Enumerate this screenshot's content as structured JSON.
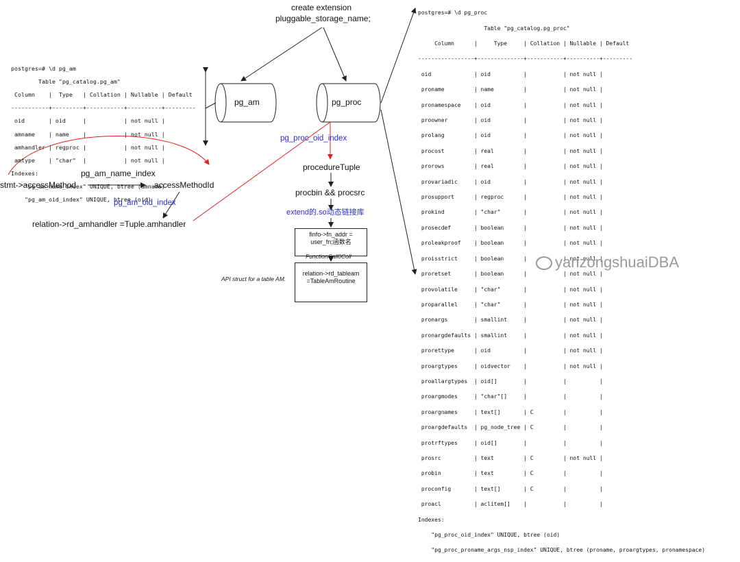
{
  "pg_am_table": {
    "prompt": "postgres=# \\d pg_am",
    "title": "        Table \"pg_catalog.pg_am\"",
    "header": " Column    |  Type   | Collation | Nullable | Default",
    "divider": "-----------+---------+-----------+----------+---------",
    "rows": [
      " oid       | oid     |           | not null |",
      " amname    | name    |           | not null |",
      " amhandler | regproc |           | not null |",
      " amtype    | \"char\"  |           | not null |"
    ],
    "indexes_label": "Indexes:",
    "indexes": [
      "    \"pg_am_name_index\" UNIQUE, btree (amname)",
      "    \"pg_am_oid_index\" UNIQUE, btree (oid)"
    ]
  },
  "pg_proc_table": {
    "prompt": "postgres=# \\d pg_proc",
    "title": "                    Table \"pg_catalog.pg_proc\"",
    "header": "     Column      |     Type     | Collation | Nullable | Default",
    "divider": "-----------------+--------------+-----------+----------+---------",
    "rows": [
      " oid             | oid          |           | not null |",
      " proname         | name         |           | not null |",
      " pronamespace    | oid          |           | not null |",
      " proowner        | oid          |           | not null |",
      " prolang         | oid          |           | not null |",
      " procost         | real         |           | not null |",
      " prorows         | real         |           | not null |",
      " provariadic     | oid          |           | not null |",
      " prosupport      | regproc      |           | not null |",
      " prokind         | \"char\"       |           | not null |",
      " prosecdef       | boolean      |           | not null |",
      " proleakproof    | boolean      |           | not null |",
      " proisstrict     | boolean      |           | not null |",
      " proretset       | boolean      |           | not null |",
      " provolatile     | \"char\"       |           | not null |",
      " proparallel     | \"char\"       |           | not null |",
      " pronargs        | smallint     |           | not null |",
      " pronargdefaults | smallint     |           | not null |",
      " prorettype      | oid          |           | not null |",
      " proargtypes     | oidvector    |           | not null |",
      " proallargtypes  | oid[]        |           |          |",
      " proargmodes     | \"char\"[]     |           |          |",
      " proargnames     | text[]       | C         |          |",
      " proargdefaults  | pg_node_tree | C         |          |",
      " protrftypes     | oid[]        |           |          |",
      " prosrc          | text         | C         | not null |",
      " probin          | text         | C         |          |",
      " proconfig       | text[]       | C         |          |",
      " proacl          | aclitem[]    |           |          |"
    ],
    "indexes_label": "Indexes:",
    "indexes": [
      "    \"pg_proc_oid_index\" UNIQUE, btree (oid)",
      "    \"pg_proc_proname_args_nsp_index\" UNIQUE, btree (proname, proargtypes, pronamespace)"
    ]
  },
  "create_extension": {
    "line1": "create extension",
    "line2": "pluggable_storage_name;"
  },
  "cylinders": {
    "pg_am": "pg_am",
    "pg_proc": "pg_proc"
  },
  "flow": {
    "stmt_access": "stmt->accessMethod",
    "pg_am_name_index": "pg_am_name_index",
    "access_method_id": "accessMethodId",
    "pg_am_oid_index": "pg_am_oid_index",
    "relation_handler": "relation->rd_amhandler =Tuple.amhandler",
    "pg_proc_oid_index": "pg_proc_oid_index",
    "procedure_tuple": "procedureTuple",
    "probin_prosrc": "procbin && procsrc",
    "extend_so": "extend的.so动态链接库",
    "fmgr_box_line1": "finfo->fn_addr =",
    "fmgr_box_line2": "user_fn;函数名",
    "function_call": "FunctionCall0Coll",
    "tableam_box_line1": "relation->rd_tableam",
    "tableam_box_line2": "=TableAmRoutine",
    "api_struct": "API struct for a table AM."
  },
  "watermark": "yanzongshuaiDBA"
}
